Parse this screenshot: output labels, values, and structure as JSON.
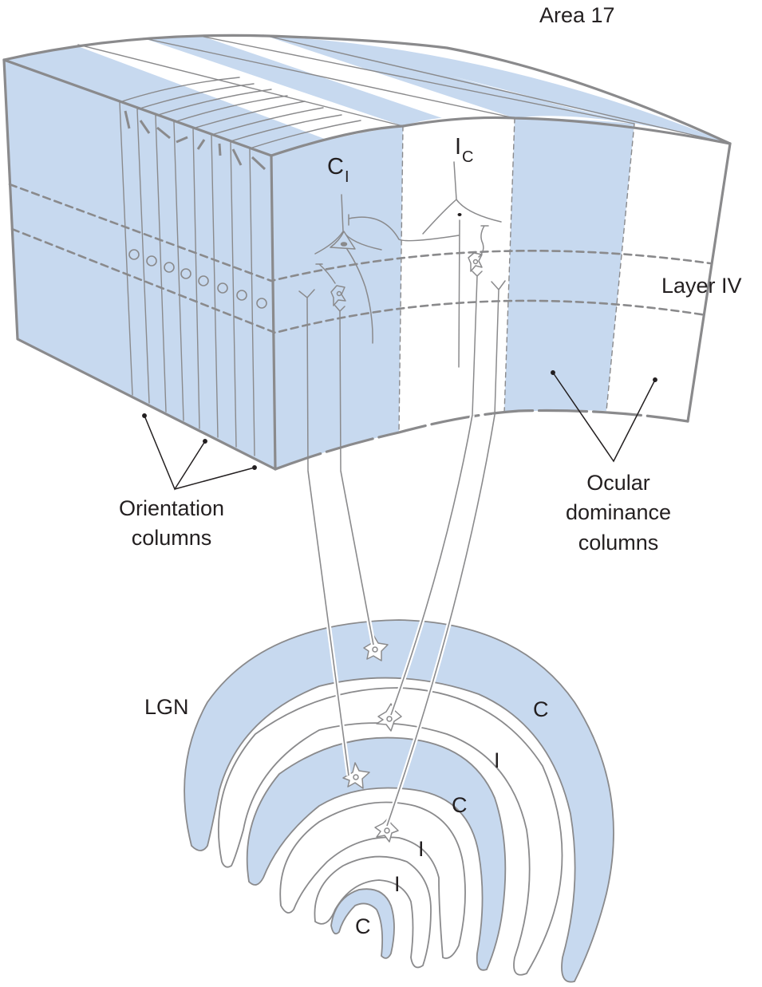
{
  "figure": {
    "cortex_label": "Area 17",
    "layer_label": "Layer IV",
    "cell_labels": {
      "contra_cell": {
        "main": "C",
        "sub": "I"
      },
      "ipsi_cell": {
        "main": "I",
        "sub": "C"
      }
    },
    "orientation_label": [
      "Orientation",
      "columns"
    ],
    "ocular_label": [
      "Ocular",
      "dominance",
      "columns"
    ],
    "lgn_label": "LGN",
    "lgn_layers": [
      "C",
      "I",
      "C",
      "I",
      "I",
      "C"
    ]
  },
  "colors": {
    "fill_blue": "#c7d9ef",
    "line_gray": "#8a8a8c",
    "text_dark": "#231f20",
    "background": "#ffffff"
  },
  "icons": {
    "pyramidal_neuron": "pyramidal-neuron-icon",
    "stellate_neuron": "stellate-neuron-icon",
    "axon_terminal": "axon-terminal-icon"
  }
}
